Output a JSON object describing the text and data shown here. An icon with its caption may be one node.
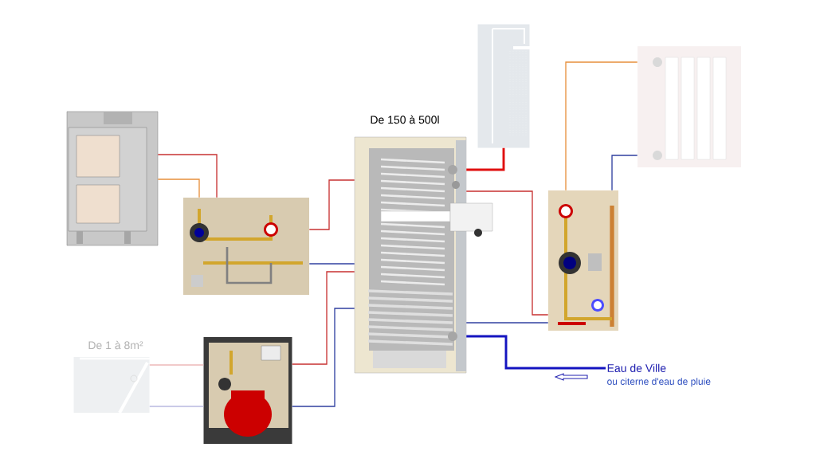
{
  "diagram": {
    "nodes": [
      {
        "text": [],
        "shape": "picture"
      },
      {
        "text": [],
        "shape": "picture"
      },
      {
        "text": [
          "De 1 à 8m²"
        ]
      },
      {
        "text": [],
        "shape": "picture"
      },
      {
        "text": [
          "De 150 à 500l"
        ]
      },
      {
        "text": [],
        "shape": "picture"
      },
      {
        "text": [],
        "shape": "picture"
      },
      {
        "text": [],
        "shape": "picture"
      },
      {
        "text": [
          "Eau de Ville",
          "ou citerne d'eau de pluie"
        ]
      }
    ],
    "edges": [
      {
        "from": 0,
        "to": 1,
        "arrow": "none",
        "color": "#c83232"
      },
      {
        "from": 0,
        "to": 1,
        "arrow": "none",
        "color": "#e8903c"
      },
      {
        "from": 1,
        "to": 4,
        "arrow": "none",
        "color": "#c83232"
      },
      {
        "from": 1,
        "to": 4,
        "arrow": "none",
        "color": "#3040a0"
      },
      {
        "from": 3,
        "to": 4,
        "arrow": "none",
        "color": "#c83232"
      },
      {
        "from": 3,
        "to": 4,
        "arrow": "none",
        "color": "#3040a0"
      },
      {
        "from": 2,
        "to": 3,
        "arrow": "none",
        "color": "#ecb8b8"
      },
      {
        "from": 2,
        "to": 3,
        "arrow": "none",
        "color": "#b8b8e0"
      },
      {
        "from": 4,
        "to": 5,
        "arrow": "none",
        "style": "thick",
        "color": "#e01010"
      },
      {
        "from": 4,
        "to": 7,
        "arrow": "none",
        "color": "#c83232"
      },
      {
        "from": 7,
        "to": 4,
        "arrow": "none",
        "color": "#3040a0"
      },
      {
        "from": 7,
        "to": 6,
        "arrow": "none",
        "color": "#e8903c"
      },
      {
        "from": 7,
        "to": 6,
        "arrow": "none",
        "color": "#3040a0"
      },
      {
        "from": 8,
        "to": 4,
        "arrow": "none",
        "style": "thick",
        "color": "#1414c0"
      }
    ]
  }
}
